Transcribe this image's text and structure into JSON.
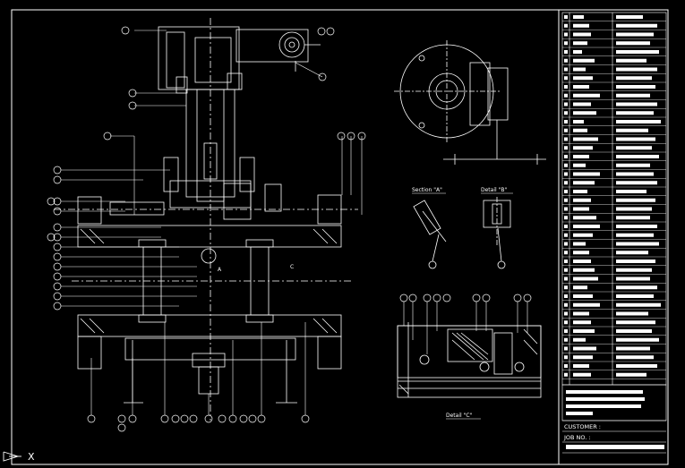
{
  "views": {
    "section_a_label": "Section \"A\"",
    "detail_b_label": "Detail \"B\"",
    "detail_c_label": "Detail \"C\"",
    "section_marker_a": "A",
    "section_marker_c": "C"
  },
  "title_block": {
    "customer_label": "CUSTOMER :",
    "job_no_label": "JOB NO. :"
  },
  "ucs_icon": {
    "axis_label": "X"
  },
  "colors": {
    "background": "#000000",
    "line": "#ffffff"
  }
}
